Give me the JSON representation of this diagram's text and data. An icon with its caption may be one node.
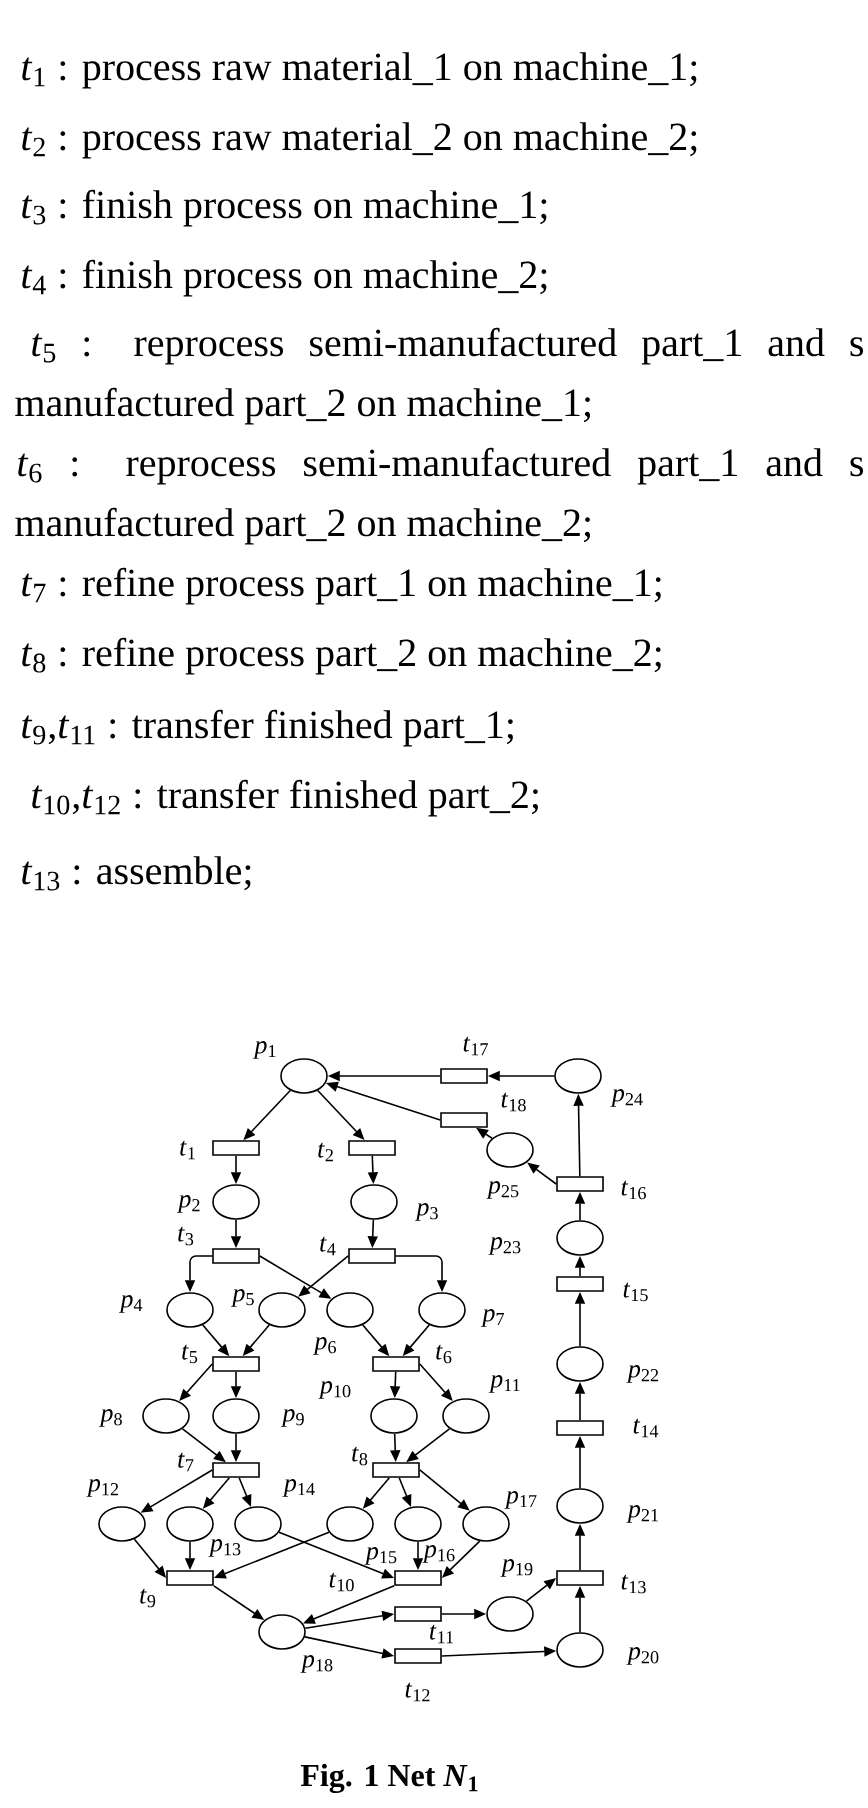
{
  "diagram": {
    "caption": "Fig. 1 Net *N*$_{1}$",
    "nodes": [
      {
        "text": [],
        "shape": "ellipse",
        "beside": [
          "*p*$_{1}$"
        ]
      },
      {
        "text": [],
        "shape": "bar",
        "beside": [
          "*t*$_{17}$"
        ]
      },
      {
        "text": [],
        "shape": "ellipse",
        "beside": [
          "*p*$_{24}$"
        ]
      },
      {
        "text": [],
        "shape": "bar",
        "beside": [
          "*t*$_{18}$"
        ]
      },
      {
        "text": [],
        "shape": "bar",
        "beside": [
          "*t*$_{1}$"
        ]
      },
      {
        "text": [],
        "shape": "bar",
        "beside": [
          "*t*$_{2}$"
        ]
      },
      {
        "text": [],
        "shape": "ellipse",
        "beside": [
          "*p*$_{25}$"
        ]
      },
      {
        "text": [],
        "shape": "bar",
        "beside": [
          "*t*$_{16}$"
        ]
      },
      {
        "text": [],
        "shape": "ellipse",
        "beside": [
          "*p*$_{2}$"
        ]
      },
      {
        "text": [],
        "shape": "ellipse",
        "beside": [
          "*p*$_{3}$"
        ]
      },
      {
        "text": [],
        "shape": "ellipse",
        "beside": [
          "*p*$_{23}$"
        ]
      },
      {
        "text": [],
        "shape": "bar",
        "beside": [
          "*t*$_{3}$"
        ]
      },
      {
        "text": [],
        "shape": "bar",
        "beside": [
          "*t*$_{4}$"
        ]
      },
      {
        "text": [],
        "shape": "bar",
        "beside": [
          "*t*$_{15}$"
        ]
      },
      {
        "text": [],
        "shape": "ellipse",
        "beside": [
          "*p*$_{4}$"
        ]
      },
      {
        "text": [],
        "shape": "ellipse",
        "beside": [
          "*p*$_{5}$"
        ]
      },
      {
        "text": [],
        "shape": "ellipse",
        "beside": [
          "*p*$_{6}$"
        ]
      },
      {
        "text": [],
        "shape": "ellipse",
        "beside": [
          "*p*$_{7}$"
        ]
      },
      {
        "text": [],
        "shape": "bar",
        "beside": [
          "*t*$_{5}$"
        ]
      },
      {
        "text": [],
        "shape": "bar",
        "beside": [
          "*t*$_{6}$"
        ]
      },
      {
        "text": [],
        "shape": "ellipse",
        "beside": [
          "*p*$_{22}$"
        ]
      },
      {
        "text": [],
        "shape": "ellipse",
        "beside": [
          "*p*$_{8}$"
        ]
      },
      {
        "text": [],
        "shape": "ellipse",
        "beside": [
          "*p*$_{9}$"
        ]
      },
      {
        "text": [],
        "shape": "ellipse",
        "beside": [
          "*p*$_{10}$"
        ]
      },
      {
        "text": [],
        "shape": "ellipse",
        "beside": [
          "*p*$_{11}$"
        ]
      },
      {
        "text": [],
        "shape": "bar",
        "beside": [
          "*t*$_{14}$"
        ]
      },
      {
        "text": [],
        "shape": "bar",
        "beside": [
          "*t*$_{7}$"
        ]
      },
      {
        "text": [],
        "shape": "bar",
        "beside": [
          "*t*$_{8}$"
        ]
      },
      {
        "text": [],
        "shape": "ellipse",
        "beside": [
          "*p*$_{21}$"
        ]
      },
      {
        "text": [],
        "shape": "ellipse",
        "beside": [
          "*p*$_{12}$"
        ]
      },
      {
        "text": [],
        "shape": "ellipse",
        "beside": [
          "*p*$_{13}$"
        ]
      },
      {
        "text": [],
        "shape": "ellipse",
        "beside": [
          "*p*$_{14}$"
        ]
      },
      {
        "text": [],
        "shape": "ellipse",
        "beside": [
          "*p*$_{15}$"
        ]
      },
      {
        "text": [],
        "shape": "ellipse",
        "beside": [
          "*p*$_{16}$"
        ]
      },
      {
        "text": [],
        "shape": "ellipse",
        "beside": [
          "*p*$_{17}$"
        ]
      },
      {
        "text": [],
        "shape": "bar",
        "beside": [
          "*t*$_{9}$"
        ]
      },
      {
        "text": [],
        "shape": "bar",
        "beside": [
          "*t*$_{10}$"
        ]
      },
      {
        "text": [],
        "shape": "bar",
        "beside": [
          "*t*$_{13}$"
        ]
      },
      {
        "text": [],
        "shape": "bar",
        "beside": [
          "*t*$_{11}$"
        ]
      },
      {
        "text": [],
        "shape": "ellipse",
        "beside": [
          "*p*$_{19}$"
        ]
      },
      {
        "text": [],
        "shape": "ellipse",
        "beside": [
          "*p*$_{18}$"
        ]
      },
      {
        "text": [],
        "shape": "ellipse",
        "beside": [
          "*p*$_{20}$"
        ]
      },
      {
        "text": [],
        "shape": "bar",
        "beside": [
          "*t*$_{12}$"
        ]
      }
    ],
    "edges": [
      {
        "from": 0,
        "to": 4,
        "arrow": "to"
      },
      {
        "from": 0,
        "to": 5,
        "arrow": "to"
      },
      {
        "from": 4,
        "to": 8,
        "arrow": "to"
      },
      {
        "from": 5,
        "to": 9,
        "arrow": "to"
      },
      {
        "from": 8,
        "to": 11,
        "arrow": "to"
      },
      {
        "from": 9,
        "to": 12,
        "arrow": "to"
      },
      {
        "from": 11,
        "to": 14,
        "arrow": "to"
      },
      {
        "from": 11,
        "to": 16,
        "arrow": "to"
      },
      {
        "from": 12,
        "to": 15,
        "arrow": "to"
      },
      {
        "from": 12,
        "to": 17,
        "arrow": "to"
      },
      {
        "from": 14,
        "to": 18,
        "arrow": "to"
      },
      {
        "from": 15,
        "to": 18,
        "arrow": "to"
      },
      {
        "from": 16,
        "to": 19,
        "arrow": "to"
      },
      {
        "from": 17,
        "to": 19,
        "arrow": "to"
      },
      {
        "from": 18,
        "to": 21,
        "arrow": "to"
      },
      {
        "from": 18,
        "to": 22,
        "arrow": "to"
      },
      {
        "from": 19,
        "to": 23,
        "arrow": "to"
      },
      {
        "from": 19,
        "to": 24,
        "arrow": "to"
      },
      {
        "from": 21,
        "to": 26,
        "arrow": "to"
      },
      {
        "from": 22,
        "to": 26,
        "arrow": "to"
      },
      {
        "from": 23,
        "to": 27,
        "arrow": "to"
      },
      {
        "from": 24,
        "to": 27,
        "arrow": "to"
      },
      {
        "from": 26,
        "to": 29,
        "arrow": "to"
      },
      {
        "from": 26,
        "to": 30,
        "arrow": "to"
      },
      {
        "from": 26,
        "to": 31,
        "arrow": "to"
      },
      {
        "from": 27,
        "to": 32,
        "arrow": "to"
      },
      {
        "from": 27,
        "to": 33,
        "arrow": "to"
      },
      {
        "from": 27,
        "to": 34,
        "arrow": "to"
      },
      {
        "from": 29,
        "to": 35,
        "arrow": "to"
      },
      {
        "from": 30,
        "to": 35,
        "arrow": "to"
      },
      {
        "from": 32,
        "to": 35,
        "arrow": "to"
      },
      {
        "from": 31,
        "to": 36,
        "arrow": "to"
      },
      {
        "from": 33,
        "to": 36,
        "arrow": "to"
      },
      {
        "from": 34,
        "to": 36,
        "arrow": "to"
      },
      {
        "from": 35,
        "to": 40,
        "arrow": "to"
      },
      {
        "from": 36,
        "to": 40,
        "arrow": "to"
      },
      {
        "from": 40,
        "to": 38,
        "arrow": "to"
      },
      {
        "from": 40,
        "to": 42,
        "arrow": "to"
      },
      {
        "from": 38,
        "to": 39,
        "arrow": "to"
      },
      {
        "from": 42,
        "to": 41,
        "arrow": "to"
      },
      {
        "from": 39,
        "to": 37,
        "arrow": "to"
      },
      {
        "from": 41,
        "to": 37,
        "arrow": "to"
      },
      {
        "from": 37,
        "to": 28,
        "arrow": "to"
      },
      {
        "from": 28,
        "to": 25,
        "arrow": "to"
      },
      {
        "from": 25,
        "to": 20,
        "arrow": "to"
      },
      {
        "from": 20,
        "to": 13,
        "arrow": "to"
      },
      {
        "from": 13,
        "to": 10,
        "arrow": "to"
      },
      {
        "from": 10,
        "to": 7,
        "arrow": "to"
      },
      {
        "from": 7,
        "to": 2,
        "arrow": "to"
      },
      {
        "from": 7,
        "to": 6,
        "arrow": "to"
      },
      {
        "from": 2,
        "to": 1,
        "arrow": "to"
      },
      {
        "from": 1,
        "to": 0,
        "arrow": "to"
      },
      {
        "from": 6,
        "to": 3,
        "arrow": "to"
      },
      {
        "from": 3,
        "to": 0,
        "arrow": "to"
      }
    ],
    "labels": [
      "*t*$_{1}$ : process raw material_1 on machine_1;",
      "*t*$_{2}$ : process raw material_2 on machine_2;",
      "*t*$_{3}$ : finish process on machine_1;",
      "*t*$_{4}$ : finish process on machine_2;",
      "*t*$_{5}$ : reprocess semi-manufactured part_1 and s manufactured part_2 on machine_1;",
      "*t*$_{6}$ : reprocess semi-manufactured part_1 and s manufactured part_2 on machine_2;",
      "*t*$_{7}$ : refine process part_1 on machine_1;",
      "*t*$_{8}$ : refine process part_2 on machine_2;",
      "*t*$_{9}$,*t*$_{11}$ : transfer finished part_1;",
      "*t*$_{10}$,*t*$_{12}$ : transfer finished part_2;",
      "*t*$_{13}$ : assemble;"
    ]
  }
}
